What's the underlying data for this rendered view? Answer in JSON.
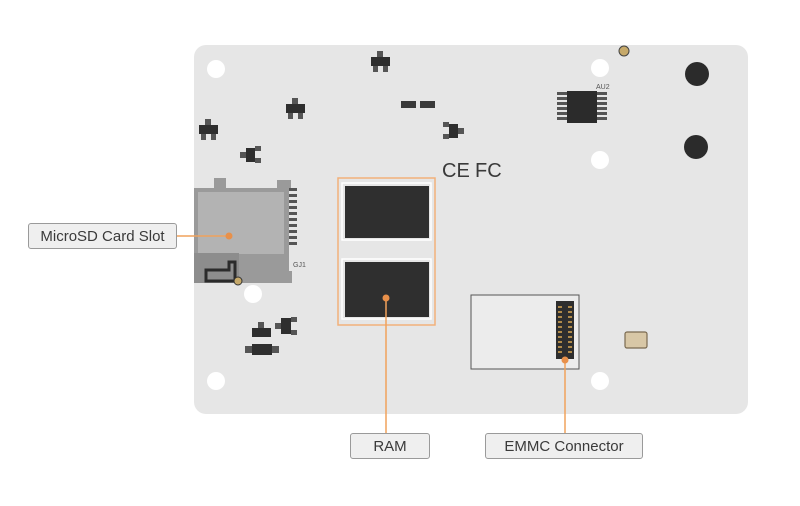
{
  "board": {
    "markings": {
      "ce": "CE",
      "fc": "FC",
      "au2": "AU2",
      "gj1": "GJ1"
    }
  },
  "callouts": {
    "microsd": "MicroSD Card Slot",
    "ram": "RAM",
    "emmc": "EMMC Connector"
  },
  "colors": {
    "board": "#e6e6e6",
    "chip": "#333333",
    "callout_line": "#f0a25c",
    "callout_dot": "#e8904a"
  }
}
